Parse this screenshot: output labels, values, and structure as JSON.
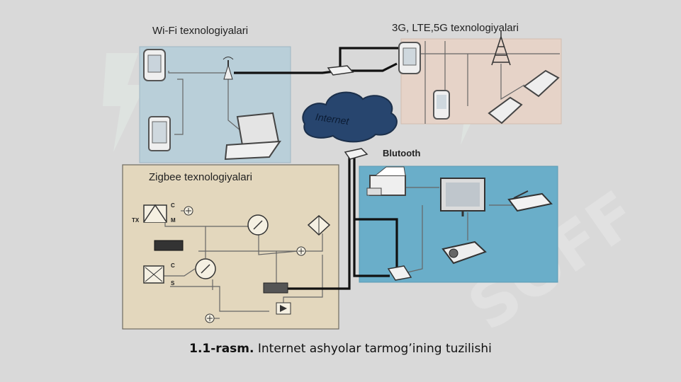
{
  "zones": {
    "wifi": {
      "title": "Wi-Fi texnologiyalari"
    },
    "cellular": {
      "title": "3G, LTE,5G texnologiyalari"
    },
    "zigbee": {
      "title": "Zigbee texnologiyalari"
    },
    "bluetooth": {
      "title": "Blutooth"
    }
  },
  "cloud": {
    "label": "Internet"
  },
  "zigbee_marks": {
    "tx": "TX",
    "c1": "C",
    "m": "M",
    "c2": "C",
    "s": "S"
  },
  "caption": {
    "number": "1.1-rasm.",
    "text": "Internet ashyolar tarmog’ining tuzilishi"
  },
  "colors": {
    "background": "#d9d9d9",
    "wifi_zone": "#b9cfd9",
    "cellular_zone": "#e6d3c8",
    "zigbee_zone": "#e3d7bd",
    "bluetooth_zone": "#6aaec9",
    "cloud": "#27456e"
  }
}
